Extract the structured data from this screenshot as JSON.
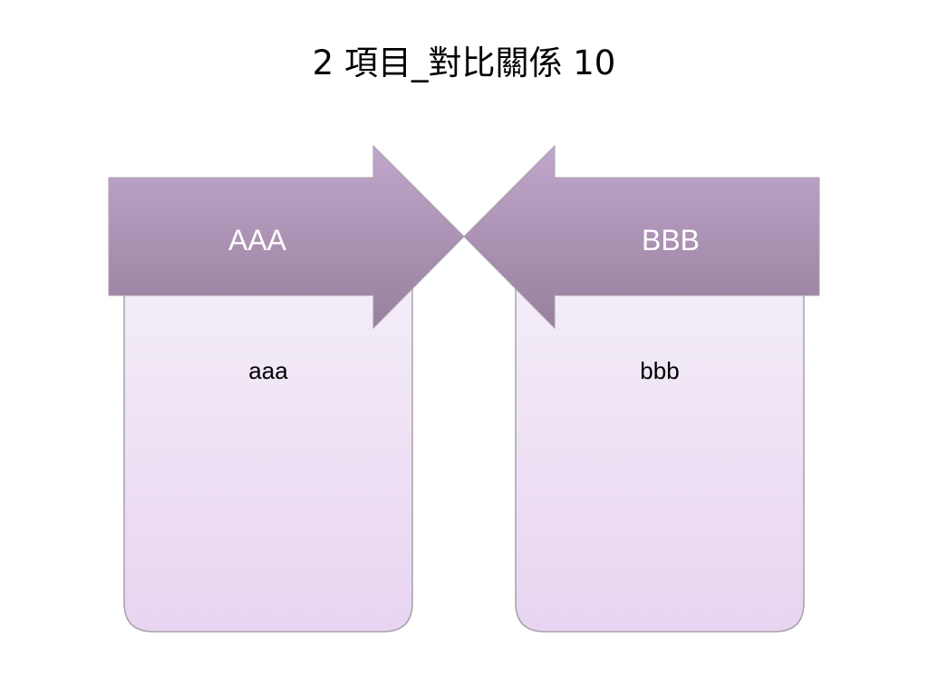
{
  "slide": {
    "title": "2 項目_對比關係 10"
  },
  "items": [
    {
      "heading": "AAA",
      "body": "aaa"
    },
    {
      "heading": "BBB",
      "body": "bbb"
    }
  ],
  "colors": {
    "arrow_top": "#c1a7cc",
    "arrow_bottom": "#977f9d",
    "box_top": "#f4eef8",
    "box_bottom": "#e8d4f1",
    "outline": "#a7a1a9"
  }
}
